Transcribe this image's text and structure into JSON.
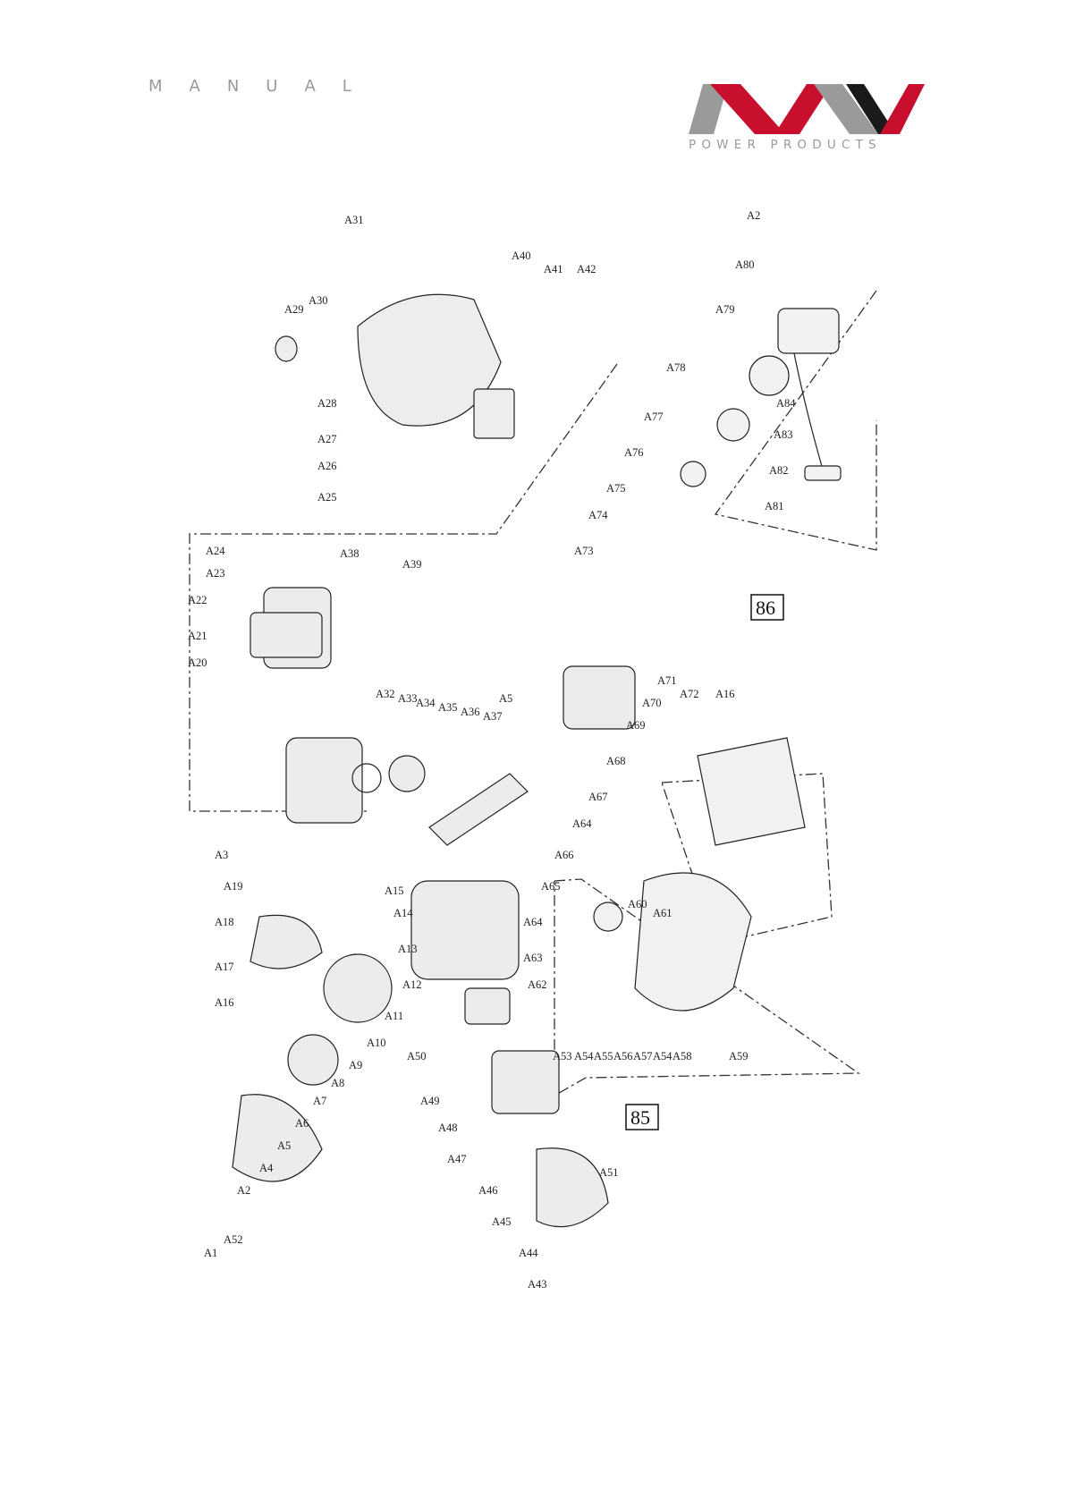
{
  "header": {
    "manual_label": "MANUAL"
  },
  "logo": {
    "tagline": "POWER PRODUCTS",
    "colors": {
      "red": "#c8102e",
      "gray": "#9a9a9a",
      "black": "#1a1a1a"
    }
  },
  "diagram": {
    "part_labels": {
      "A1": "A1",
      "A2": "A2",
      "A3": "A3",
      "A4": "A4",
      "A5": "A5",
      "A6": "A6",
      "A7": "A7",
      "A8": "A8",
      "A9": "A9",
      "A10": "A10",
      "A11": "A11",
      "A12": "A12",
      "A13": "A13",
      "A14": "A14",
      "A15": "A15",
      "A16": "A16",
      "A17": "A17",
      "A18": "A18",
      "A19": "A19",
      "A20": "A20",
      "A21": "A21",
      "A22": "A22",
      "A23": "A23",
      "A24": "A24",
      "A25": "A25",
      "A26": "A26",
      "A27": "A27",
      "A28": "A28",
      "A29": "A29",
      "A30": "A30",
      "A31": "A31",
      "A32": "A32",
      "A33": "A33",
      "A34": "A34",
      "A35": "A35",
      "A36": "A36",
      "A37": "A37",
      "A38": "A38",
      "A39": "A39",
      "A40": "A40",
      "A41": "A41",
      "A42": "A42",
      "A43": "A43",
      "A44": "A44",
      "A45": "A45",
      "A46": "A46",
      "A47": "A47",
      "A48": "A48",
      "A49": "A49",
      "A50": "A50",
      "A51": "A51",
      "A52": "A52",
      "A53": "A53",
      "A54": "A54",
      "A55": "A55",
      "A56": "A56",
      "A57": "A57",
      "A58": "A58",
      "A59": "A59",
      "A60": "A60",
      "A61": "A61",
      "A62": "A62",
      "A63": "A63",
      "A64": "A64",
      "A65": "A65",
      "A66": "A66",
      "A67": "A67",
      "A68": "A68",
      "A69": "A69",
      "A70": "A70",
      "A71": "A71",
      "A72": "A72",
      "A73": "A73",
      "A74": "A74",
      "A75": "A75",
      "A76": "A76",
      "A77": "A77",
      "A78": "A78",
      "A79": "A79",
      "A80": "A80",
      "A81": "A81",
      "A82": "A82",
      "A83": "A83",
      "A84": "A84"
    },
    "box_85": "85",
    "box_86": "86"
  }
}
